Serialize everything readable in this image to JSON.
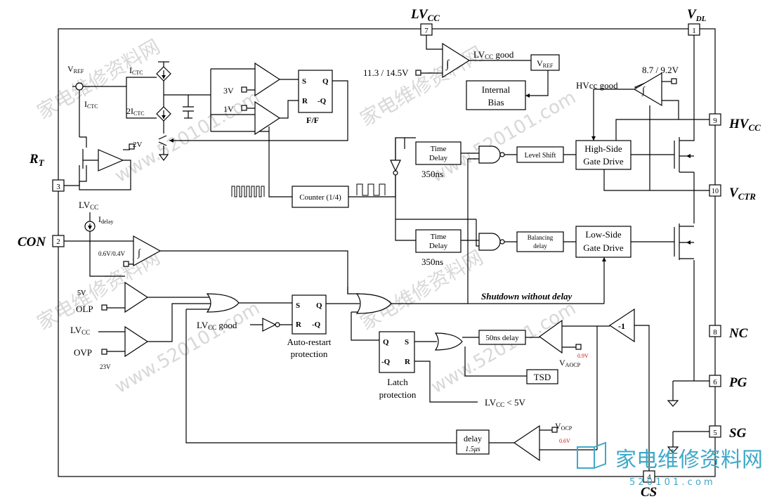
{
  "pins": {
    "p1": {
      "num": "1",
      "name": "V",
      "sub": "DL"
    },
    "p2": {
      "num": "2",
      "name": "CON"
    },
    "p3": {
      "num": "3",
      "name": "R",
      "sub": "T"
    },
    "p4": {
      "num": "4",
      "name": "CS"
    },
    "p5": {
      "num": "5",
      "name": "SG"
    },
    "p6": {
      "num": "6",
      "name": "PG"
    },
    "p7": {
      "num": "7",
      "name": "LV",
      "sub": "CC"
    },
    "p8": {
      "num": "8",
      "name": "NC"
    },
    "p9": {
      "num": "9",
      "name": "HV",
      "sub": "CC"
    },
    "p10": {
      "num": "10",
      "name": "V",
      "sub": "CTR"
    }
  },
  "labels": {
    "vref_top": "V",
    "vref_top_sub": "REF",
    "ictc_side": "I",
    "ictc_side_sub": "CTC",
    "ictc": "I",
    "ictc_sub": "CTC",
    "two_ictc": "2I",
    "two_ictc_sub": "CTC",
    "three_v": "3V",
    "one_v": "1V",
    "two_v": "2V",
    "ff": "F/F",
    "lvcc_good_top": "LV",
    "lvcc_good_top_sub": "CC",
    "lvcc_good_top_rest": " good",
    "uvlo_thresh": "11.3 / 14.5V",
    "vref_box": "V",
    "vref_box_sub": "REF",
    "internal_bias_1": "Internal",
    "internal_bias_2": "Bias",
    "hv_thresh": "8.7 / 9.2V",
    "hvcc_good": "HVcc good",
    "time_delay_1": "Time",
    "time_delay_2": "Delay",
    "t350_top": "350ns",
    "t350_bot": "350ns",
    "level_shift": "Level Shift",
    "balancing_1": "Balancing",
    "balancing_2": "delay",
    "hs_drive_1": "High-Side",
    "hs_drive_2": "Gate Drive",
    "ls_drive_1": "Low-Side",
    "ls_drive_2": "Gate Drive",
    "counter": "Counter (1/4)",
    "lvcc_left": "LV",
    "lvcc_left_sub": "CC",
    "idelay": "I",
    "idelay_sub": "delay",
    "con_thresh": "0.6V/0.4V",
    "five_v": "5V",
    "olp": "OLP",
    "lvcc_mid": "LV",
    "lvcc_mid_sub": "CC",
    "ovp": "OVP",
    "twentythree_v": "23V",
    "lvcc_good_mid": "LV",
    "lvcc_good_mid_sub": "CC",
    "lvcc_good_mid_rest": " good",
    "auto_restart_1": "Auto-restart",
    "auto_restart_2": "protection",
    "shutdown": "Shutdown without delay",
    "latch_1": "Latch",
    "latch_2": "protection",
    "lvcc_lt": "LV",
    "lvcc_lt_sub": "CC",
    "lvcc_lt_rest": " < 5V",
    "fifty_ns": "50ns delay",
    "tsd": "TSD",
    "vaocp": "V",
    "vaocp_sub": "AOCP",
    "vaocp_val": "0.9V",
    "neg_one": "-1",
    "vocp": "V",
    "vocp_sub": "OCP",
    "vocp_val": "0.6V",
    "delay_box": "delay",
    "delay_val": "1.5μs",
    "ff_s": "S",
    "ff_r": "R",
    "ff_q": "Q",
    "ff_nq": "-Q",
    "ar_s": "S",
    "ar_r": "R",
    "ar_q": "Q",
    "ar_nq": "-Q",
    "lt_q": "Q",
    "lt_nq": "-Q",
    "lt_s": "S",
    "lt_r": "R",
    "hyst": "∫"
  },
  "watermark": {
    "cn": "家电维修资料网",
    "url": "www.520101.com",
    "logo_url": "5 2 0 1 0 1 . c o m"
  },
  "colors": {
    "accent_red": "#d01010",
    "logo": "#3fa9c9"
  }
}
